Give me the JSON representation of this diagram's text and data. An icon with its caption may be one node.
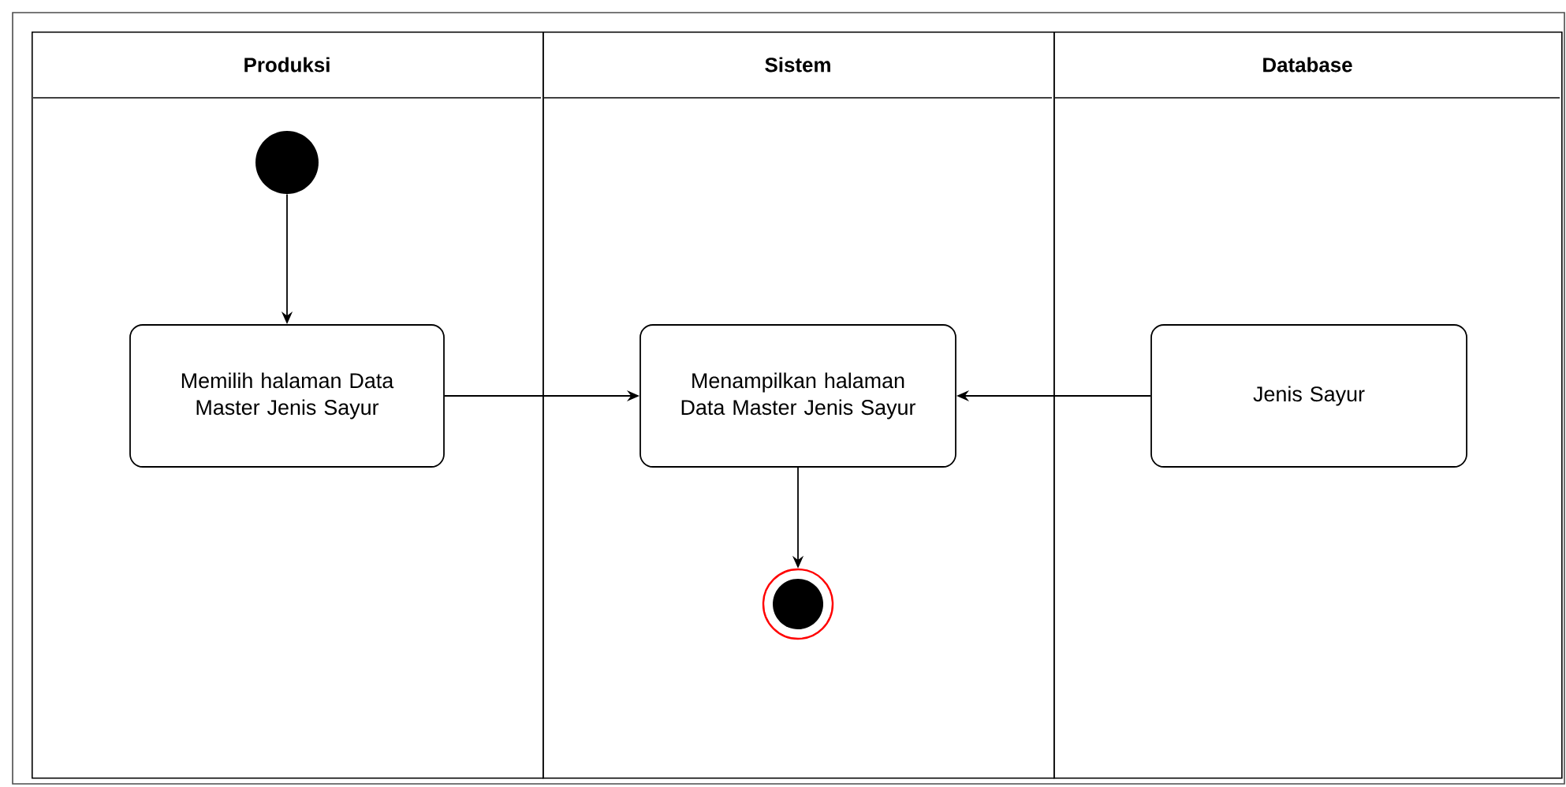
{
  "diagram": {
    "nodes": [
      {
        "text": [
          "Produksi"
        ]
      },
      {
        "text": [
          "Sistem"
        ]
      },
      {
        "text": [
          "Database"
        ]
      },
      {
        "text": [],
        "shape": "circle",
        "in": 0
      },
      {
        "text": [
          "Memilih halaman Data Master Jenis Sayur"
        ],
        "in": 0
      },
      {
        "text": [
          "Menampilkan halaman Data Master Jenis Sayur"
        ],
        "in": 1
      },
      {
        "text": [],
        "shape": "circle",
        "in": 1
      },
      {
        "text": [
          "Jenis Sayur"
        ],
        "in": 2
      }
    ],
    "edges": [
      {
        "from": 3,
        "to": 4,
        "arrow": "to"
      },
      {
        "from": 4,
        "to": 5,
        "arrow": "to"
      },
      {
        "from": 7,
        "to": 5,
        "arrow": "to"
      },
      {
        "from": 5,
        "to": 6,
        "arrow": "to"
      }
    ]
  }
}
